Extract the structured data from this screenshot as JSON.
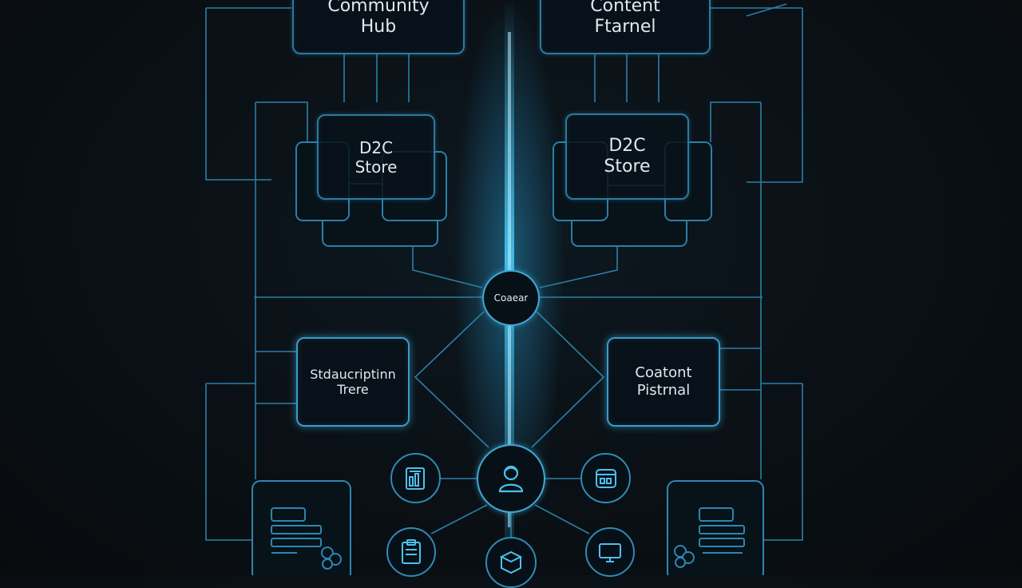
{
  "nodes": {
    "community_hub": "Community\nHub",
    "content_funnel": "Content\nFtarnel",
    "d2c_store_left": "D2C\nStore",
    "d2c_store_right": "D2C\nStore",
    "center_hub": "Coaear",
    "subscription_tiers": "Stdaucriptinn\nTrere",
    "content_portal": "Coatont\nPistrnal"
  },
  "icons": {
    "center_user": "user-icon",
    "top_left": "document-chart-icon",
    "top_right": "calendar-chart-icon",
    "bottom_left": "clipboard-icon",
    "bottom_center": "package-icon",
    "bottom_right": "monitor-icon",
    "corner_left": "list-card-icon",
    "corner_right": "list-card-icon"
  },
  "colors": {
    "background": "#0a1015",
    "line": "#2a7fa8",
    "glow": "#4fd3ff",
    "text": "#dfe8ee"
  }
}
